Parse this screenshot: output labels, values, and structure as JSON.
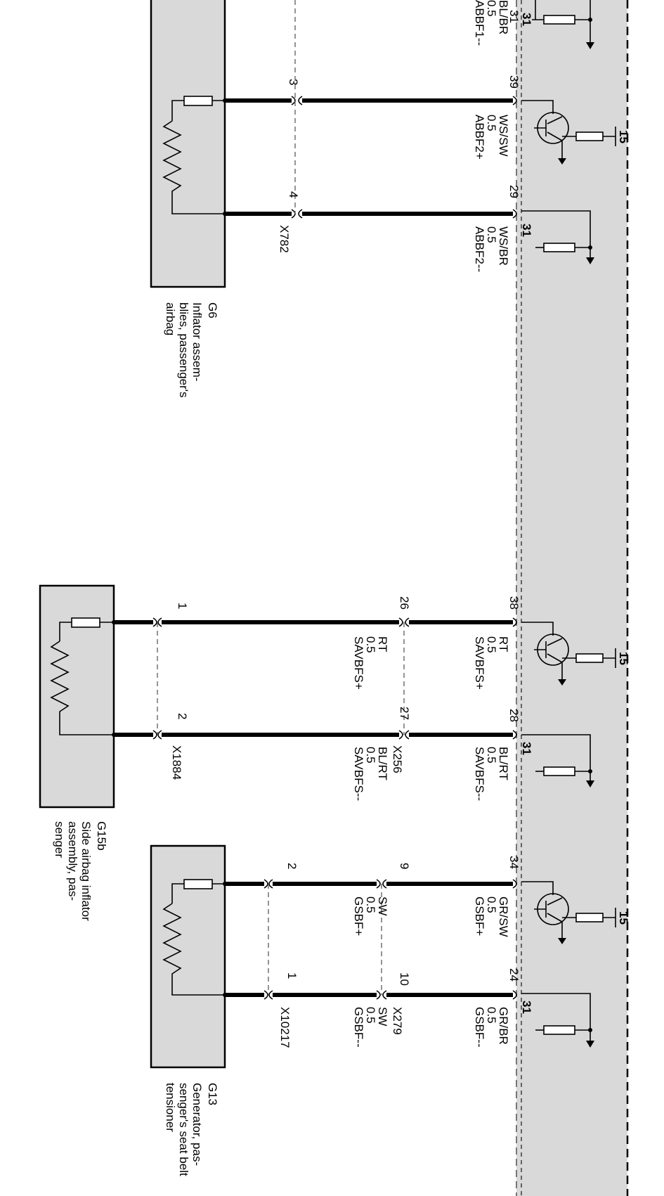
{
  "module_pins": [
    "31",
    "39",
    "29",
    "38",
    "28",
    "34",
    "24"
  ],
  "supply": {
    "ground_label": "31",
    "power_label": "15"
  },
  "wires": [
    {
      "id": "abbf1-minus",
      "name": "ABBF1--",
      "cross_section": "0.5",
      "color": "BL/BR"
    },
    {
      "id": "abbf2-plus",
      "name": "ABBF2+",
      "cross_section": "0.5",
      "color": "WS/SW"
    },
    {
      "id": "abbf2-minus",
      "name": "ABBF2--",
      "cross_section": "0.5",
      "color": "WS/BR"
    },
    {
      "id": "savbfs-plus-a",
      "name": "SAVBFS+",
      "cross_section": "0.5",
      "color": "RT"
    },
    {
      "id": "savbfs-minus-a",
      "name": "SAVBFS--",
      "cross_section": "0.5",
      "color": "BL/RT"
    },
    {
      "id": "savbfs-plus-b",
      "name": "SAVBFS+",
      "cross_section": "0.5",
      "color": "RT"
    },
    {
      "id": "savbfs-minus-b",
      "name": "SAVBFS--",
      "cross_section": "0.5",
      "color": "BL/RT"
    },
    {
      "id": "gsbf-plus-a",
      "name": "GSBF+",
      "cross_section": "0.5",
      "color": "GR/SW"
    },
    {
      "id": "gsbf-minus-a",
      "name": "GSBF--",
      "cross_section": "0.5",
      "color": "GR/BR"
    },
    {
      "id": "gsbf-plus-b",
      "name": "GSBF+",
      "cross_section": "0.5",
      "color": "SW"
    },
    {
      "id": "gsbf-minus-b",
      "name": "GSBF--",
      "cross_section": "0.5",
      "color": "SW"
    }
  ],
  "connectors": [
    {
      "id": "x782",
      "name": "X782",
      "pins": [
        "3",
        "4"
      ]
    },
    {
      "id": "x256",
      "name": "X256",
      "pins": [
        "26",
        "27"
      ]
    },
    {
      "id": "x1884",
      "name": "X1884",
      "pins": [
        "1",
        "2"
      ]
    },
    {
      "id": "x279",
      "name": "X279",
      "pins": [
        "9",
        "10"
      ]
    },
    {
      "id": "x10217",
      "name": "X10217",
      "pins": [
        "2",
        "1"
      ]
    }
  ],
  "components": [
    {
      "id": "g6",
      "code": "G6",
      "description": [
        "Inflator assem-",
        "blies, passenger's",
        "airbag"
      ]
    },
    {
      "id": "g15b",
      "code": "G15b",
      "description": [
        "Side airbag inflator",
        "assembly, pas-",
        "senger"
      ]
    },
    {
      "id": "g13",
      "code": "G13",
      "description": [
        "Generator, pas-",
        "senger's seat belt",
        "tensioner"
      ]
    }
  ]
}
